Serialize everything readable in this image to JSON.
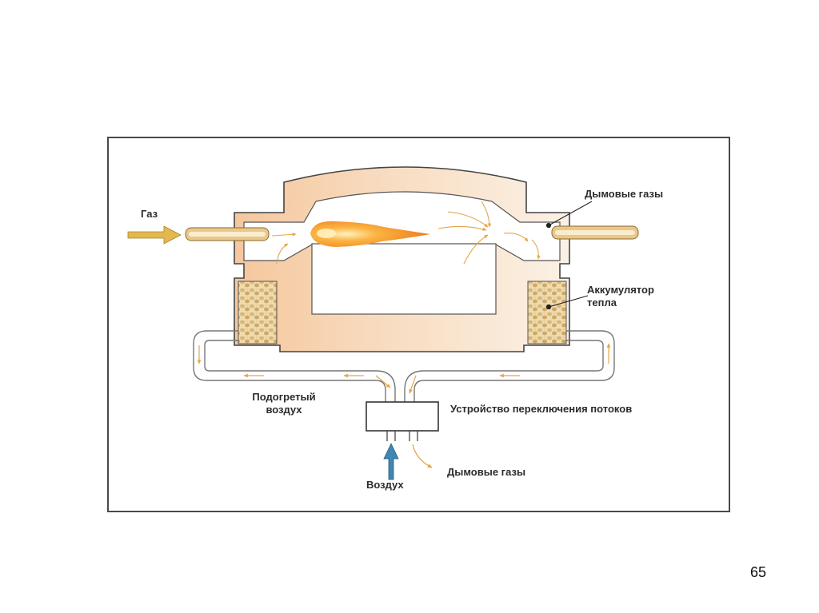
{
  "labels": {
    "gas": "Газ",
    "flue_gases_top": "Дымовые газы",
    "heat_accumulator": "Аккумулятор тепла",
    "preheated_air": "Подогретый воздух",
    "switch_device": "Устройство переключения потоков",
    "air": "Воздух",
    "flue_gases_bottom": "Дымовые газы"
  },
  "page_number": "65",
  "colors": {
    "furnace_wall": "#f6cfa8",
    "furnace_wall_right": "#fbeee2",
    "flame_outer": "#f28a1e",
    "flame_inner": "#fde3a0",
    "gas_arrow": "#e0b64b",
    "air_arrow": "#3f86b3",
    "pebbles": "#e0c48a",
    "outline": "#333333"
  }
}
